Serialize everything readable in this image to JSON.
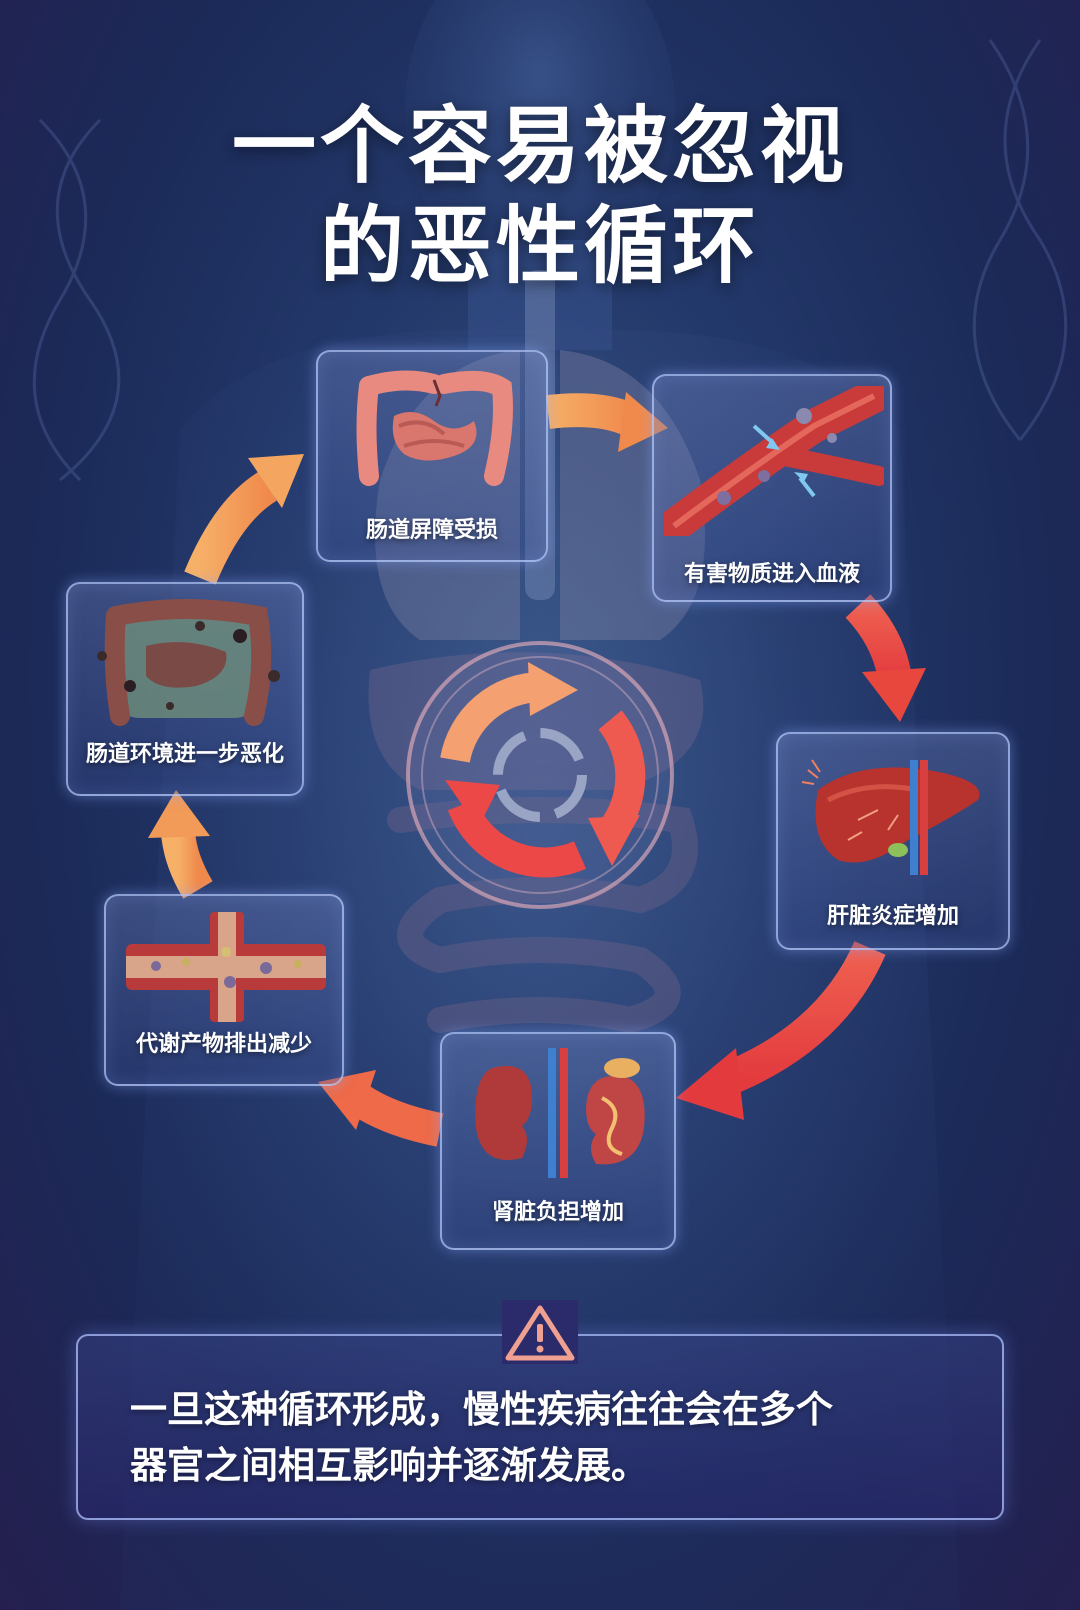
{
  "title": {
    "line1": "一个容易被忽视",
    "line2": "的恶性循环"
  },
  "cycle": {
    "nodes": [
      {
        "label": "肠道屏障受损",
        "icon": "damaged-intestine"
      },
      {
        "label": "有害物质进入血液",
        "icon": "blood-vessel"
      },
      {
        "label": "肝脏炎症增加",
        "icon": "inflamed-liver"
      },
      {
        "label": "肾脏负担增加",
        "icon": "kidney"
      },
      {
        "label": "代谢产物排出减少",
        "icon": "clogged-vessel"
      },
      {
        "label": "肠道环境进一步恶化",
        "icon": "polluted-intestine"
      }
    ],
    "center_icon": "cycle-arrows"
  },
  "warning": {
    "icon": "warning-triangle",
    "text_line1": "一旦这种循环形成，慢性疾病往往会在多个",
    "text_line2": "器官之间相互影响并逐渐发展。"
  },
  "colors": {
    "arrow_orange": "#f0a05a",
    "arrow_red": "#e8473e",
    "background": "#23386a"
  }
}
